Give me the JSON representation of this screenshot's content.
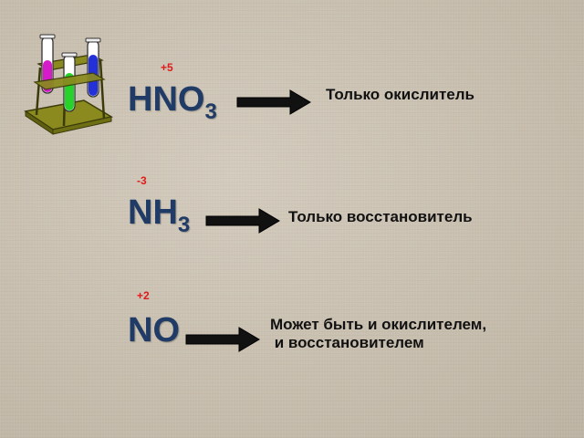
{
  "rows": [
    {
      "oxidation_state": "+5",
      "formula": {
        "main": "HNO",
        "sub": "3"
      },
      "description": [
        "Только окислитель"
      ]
    },
    {
      "oxidation_state": "-3",
      "formula": {
        "main": "NH",
        "sub": "3"
      },
      "description": [
        "Только восстановитель"
      ]
    },
    {
      "oxidation_state": "+2",
      "formula": {
        "main": "NO",
        "sub": ""
      },
      "description": [
        "Может быть и окислителем,",
        " и восстановителем"
      ]
    }
  ],
  "colors": {
    "formula": "#1f3b66",
    "oxidation_state": "#e01a1a",
    "arrow": "#111111",
    "text": "#111111"
  },
  "icon": "test-tubes-rack-icon"
}
